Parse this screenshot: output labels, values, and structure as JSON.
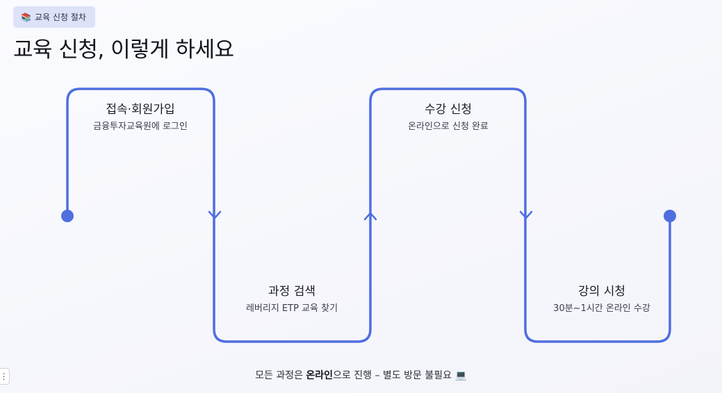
{
  "header": {
    "badge_icon": "books-icon",
    "badge_emoji": "📚",
    "badge_label": "교육 신청 절차",
    "title": "교육 신청, 이렇게 하세요"
  },
  "steps": [
    {
      "title": "접속·회원가입",
      "desc": "금융투자교육원에 로그인"
    },
    {
      "title": "과정 검색",
      "desc": "레버리지 ETP 교육 찾기"
    },
    {
      "title": "수강 신청",
      "desc": "온라인으로 신청 완료"
    },
    {
      "title": "강의 시청",
      "desc": "30분~1시간 온라인 수강"
    }
  ],
  "footer": {
    "text_before": "모든 과정은 ",
    "text_bold": "온라인",
    "text_after": "으로 진행 – 별도 방문 불필요",
    "emoji": "💻"
  },
  "colors": {
    "path": "#4f6ee0",
    "badge_bg": "#dde2f9"
  }
}
